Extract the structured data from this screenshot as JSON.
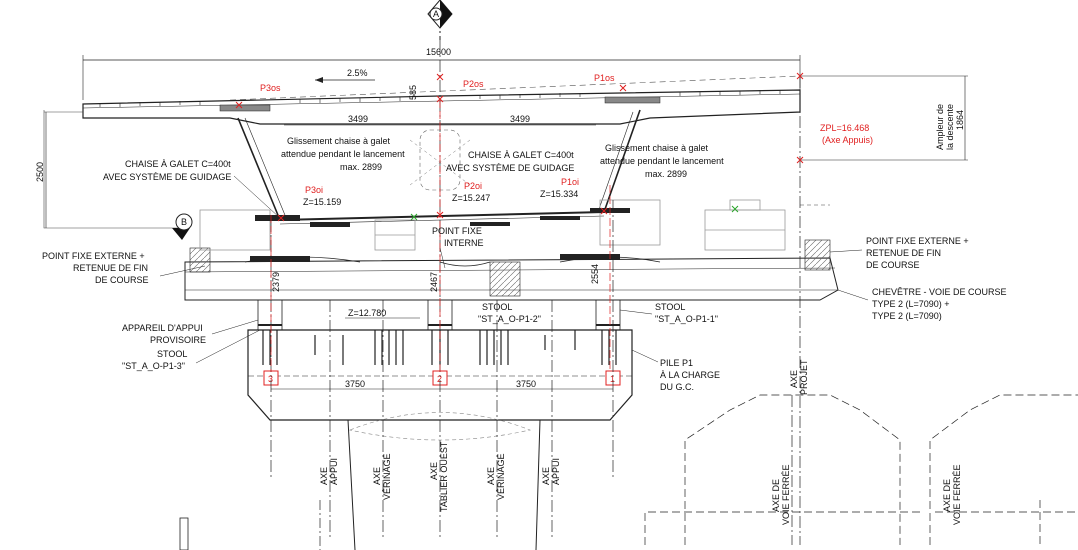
{
  "colors": {
    "line": "#222222",
    "red": "#e02020",
    "green": "#2aa52a",
    "grey": "#9a9a9a"
  },
  "section_markers": {
    "top": "A",
    "left": "B"
  },
  "dims": {
    "total_width": "15600",
    "slope": "2.5%",
    "d585": "585",
    "d3499_left": "3499",
    "d3499_right": "3499",
    "h2500": "2500",
    "d2379": "2379",
    "d2467": "2467",
    "d2554": "2554",
    "d3750_left": "3750",
    "d3750_right": "3750"
  },
  "points": {
    "p3os": "P3os",
    "p2os": "P2os",
    "p1os": "P1os",
    "p3oi": "P3oi",
    "p2oi": "P2oi",
    "p1oi": "P1oi",
    "zpl_line1": "ZPL=16.468",
    "zpl_line2": "(Axe Appuis)"
  },
  "elevations": {
    "z_left": "Z=15.159",
    "z_mid": "Z=15.247",
    "z_right": "Z=15.334",
    "z_stool": "Z=12.780"
  },
  "labels": {
    "chaise_left_1": "CHAISE À GALET C=400t",
    "chaise_left_2": "AVEC SYSTÈME DE GUIDAGE",
    "chaise_mid_1": "CHAISE À GALET C=400t",
    "chaise_mid_2": "AVEC SYSTÈME DE GUIDAGE",
    "gliss_left_1": "Glissement chaise à galet",
    "gliss_left_2": "attendue pendant le lancement",
    "gliss_left_3": "max. 2899",
    "gliss_right_1": "Glissement chaise à galet",
    "gliss_right_2": "attendue pendant le lancement",
    "gliss_right_3": "max. 2899",
    "ampleur_1": "Ampleur de",
    "ampleur_2": "la descente",
    "ampleur_3": "1864",
    "pf_ext_left_1": "POINT FIXE EXTERNE +",
    "pf_ext_left_2": "RETENUE DE FIN",
    "pf_ext_left_3": "DE COURSE",
    "pf_int_1": "POINT FIXE",
    "pf_int_2": "INTERNE",
    "pf_ext_right_1": "POINT FIXE EXTERNE +",
    "pf_ext_right_2": "RETENUE DE FIN",
    "pf_ext_right_3": "DE COURSE",
    "chevetre_1": "CHEVÊTRE - VOIE DE COURSE",
    "chevetre_2": "TYPE 2 (L=7090) +",
    "chevetre_3": "TYPE 2 (L=7090)",
    "appareil_1": "APPAREIL D'APPUI",
    "appareil_2": "PROVISOIRE",
    "stool_left_1": "STOOL",
    "stool_left_2": "\"ST_A_O-P1-3\"",
    "stool_mid_1": "STOOL",
    "stool_mid_2": "\"ST_A_O-P1-2\"",
    "stool_right_1": "STOOL",
    "stool_right_2": "\"ST_A_O-P1-1\"",
    "pile_1": "PILE P1",
    "pile_2": "À LA CHARGE",
    "pile_3": "DU G.C.",
    "bearing_3": "3",
    "bearing_2": "2",
    "bearing_1": "1"
  },
  "axes": {
    "axe_projet_1": "AXE",
    "axe_projet_2": "PROJET",
    "appui_1": "AXE",
    "appui_2": "APPUI",
    "verinage_l_1": "AXE",
    "verinage_l_2": "VÉRINAGE",
    "tablier_1": "AXE",
    "tablier_2": "TABLIER OUEST",
    "verinage_r_1": "AXE",
    "verinage_r_2": "VÉRINAGE",
    "appui_r_1": "AXE",
    "appui_r_2": "APPUI",
    "vf1_1": "AXE DE",
    "vf1_2": "VOIE FERRÉE",
    "vf2_1": "AXE DE",
    "vf2_2": "VOIE FERRÉE"
  }
}
